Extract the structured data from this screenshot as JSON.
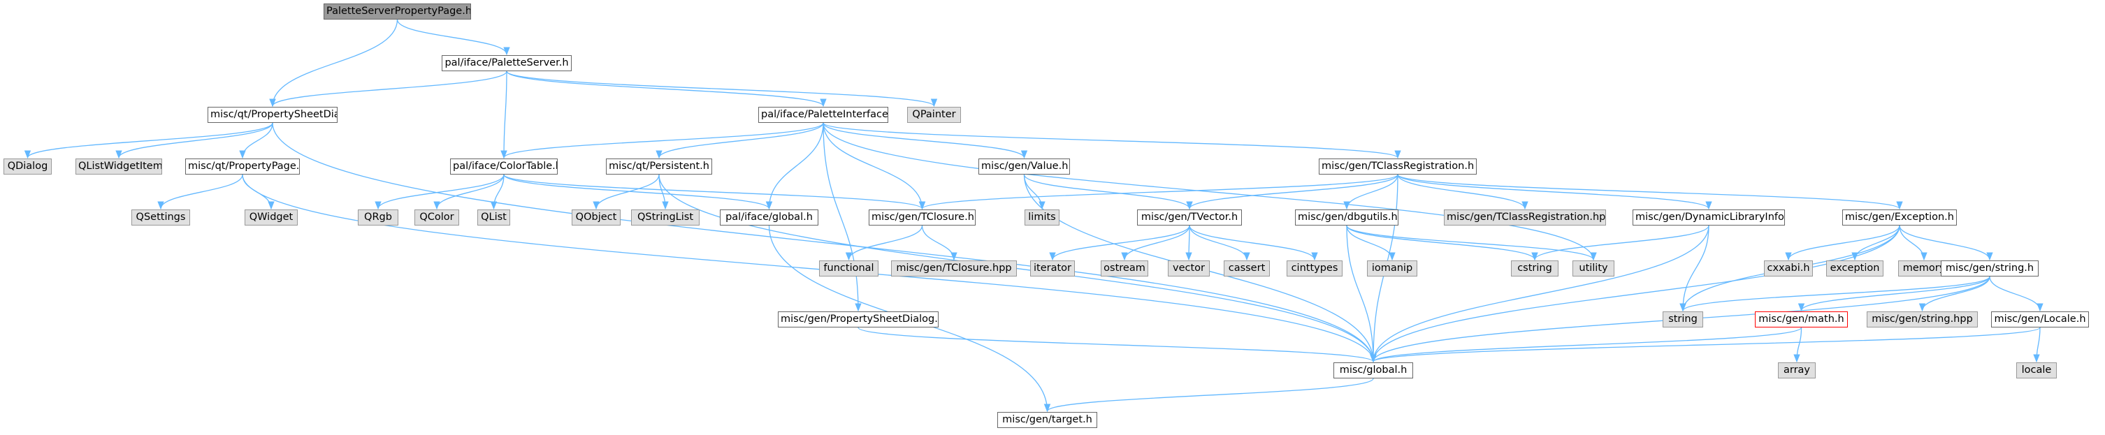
{
  "colors": {
    "edge": "#63b8ff",
    "internal_border": "#666666",
    "external_fill": "#e0e0e0",
    "root_fill": "#999999",
    "truncated_border": "#ff0000"
  },
  "nodes": {
    "root": "PaletteServerPropertyPage.h",
    "palette_server": "pal/iface/PaletteServer.h",
    "property_sheet_dialog": "misc/qt/PropertySheetDialog.h",
    "palette_interface": "pal/iface/PaletteInterface.h",
    "qpainter": "QPainter",
    "qdialog": "QDialog",
    "qlistwidgetitem": "QListWidgetItem",
    "property_page": "misc/qt/PropertyPage.h",
    "color_table": "pal/iface/ColorTable.h",
    "persistent": "misc/qt/Persistent.h",
    "value": "misc/gen/Value.h",
    "tclass_registration": "misc/gen/TClassRegistration.h",
    "qsettings": "QSettings",
    "qwidget": "QWidget",
    "qrgb": "QRgb",
    "qcolor": "QColor",
    "qlist": "QList",
    "pal_global": "pal/iface/global.h",
    "qobject": "QObject",
    "qstringlist": "QStringList",
    "tclosure": "misc/gen/TClosure.h",
    "limits": "limits",
    "tvector": "misc/gen/TVector.h",
    "dbgutils": "misc/gen/dbgutils.h",
    "tclass_registration_hpp": "misc/gen/TClassRegistration.hpp",
    "dynamic_library_info": "misc/gen/DynamicLibraryInfo.h",
    "exception_h": "misc/gen/Exception.h",
    "functional": "functional",
    "tclosure_hpp": "misc/gen/TClosure.hpp",
    "iterator": "iterator",
    "ostream": "ostream",
    "vector": "vector",
    "cassert": "cassert",
    "cinttypes": "cinttypes",
    "iomanip": "iomanip",
    "cstring": "cstring",
    "utility": "utility",
    "cxxabi": "cxxabi.h",
    "exception": "exception",
    "memory": "memory",
    "gen_string": "misc/gen/string.h",
    "string": "string",
    "math": "misc/gen/math.h",
    "string_hpp": "misc/gen/string.hpp",
    "locale_h": "misc/gen/Locale.h",
    "gen_property_sheet_dialog": "misc/gen/PropertySheetDialog.h",
    "misc_global": "misc/global.h",
    "array": "array",
    "locale": "locale",
    "target": "misc/gen/target.h"
  }
}
